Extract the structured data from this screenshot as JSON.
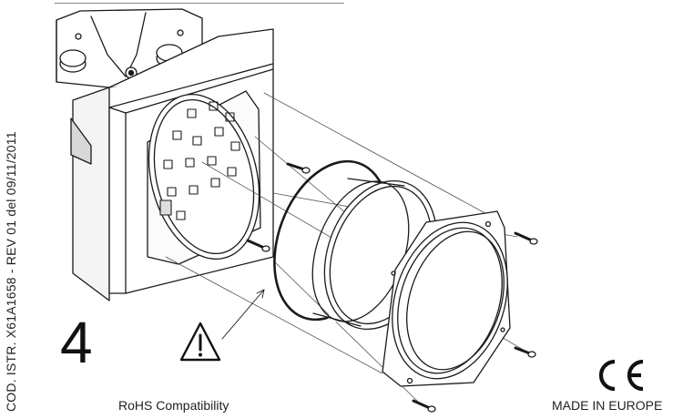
{
  "side_code": "COD. ISTR. X61A1658 - REV 01 del 09/11/2011",
  "step_number": "4",
  "rohs_label": "RoHS Compatibility",
  "made_in_label": "MADE IN EUROPE",
  "icons": {
    "warning": "warning-triangle-icon",
    "ce": "ce-mark-icon"
  }
}
